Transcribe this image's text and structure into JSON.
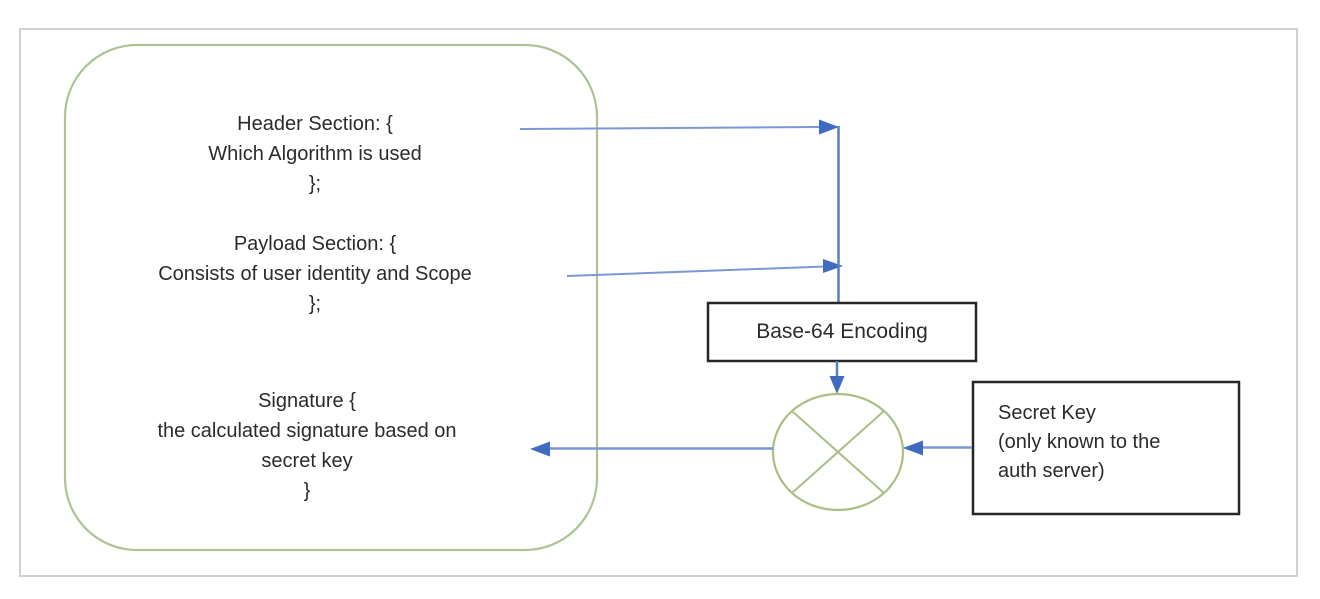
{
  "jwt_box": {
    "header_lines": [
      "Header Section: {",
      "Which Algorithm is used",
      "};"
    ],
    "payload_lines": [
      "Payload Section: {",
      "Consists of user identity and Scope",
      "};"
    ],
    "signature_lines": [
      "Signature {",
      "the calculated signature based on",
      "secret key",
      "}"
    ]
  },
  "encoding_box": {
    "label": "Base-64 Encoding"
  },
  "secret_key_box": {
    "lines": [
      "Secret Key",
      "(only known to the",
      "auth server)"
    ]
  },
  "colors": {
    "frame_border": "#d2d2d2",
    "container_border": "#aec393",
    "circle_border": "#a9bf85",
    "arrow_line": "#7b97d4",
    "arrow_connector": "#5b7fc4",
    "arrow_head": "#3f6cc0",
    "box_border": "#262626",
    "text": "#2b2b2b",
    "background": "#ffffff"
  }
}
